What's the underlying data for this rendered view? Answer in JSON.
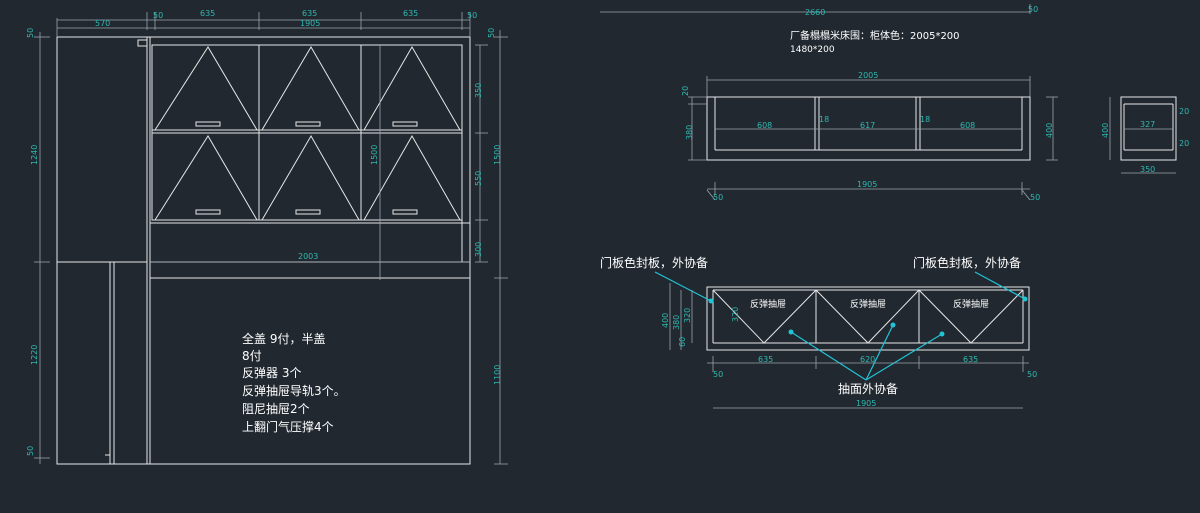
{
  "colors": {
    "background": "#212830",
    "line": "#e6e6e6",
    "dimension": "#2fb9b0",
    "leader": "#21c4d6",
    "note": "#ffffff"
  },
  "elevation": {
    "dims_top": {
      "left_col": "570",
      "gap": "50",
      "bay1": "635",
      "bay2": "635",
      "bay3": "635",
      "right": "50",
      "total": "1905"
    },
    "dims_left": {
      "top": "50",
      "upper": "1240",
      "lower": "1220",
      "bottom": "50"
    },
    "dims_right_inner": {
      "top": "350",
      "mid": "550",
      "bottom": "300",
      "tall": "1500"
    },
    "dims_right_outer": {
      "top": "50",
      "upper": "1500",
      "lower": "1100"
    },
    "mid_width": "2003",
    "notes": [
      "全盖   9付，半盖",
      "8付",
      "反弹器   3个",
      "反弹抽屉导轨3个。",
      "阻尼抽屉2个",
      "上翻门气压撑4个"
    ]
  },
  "top_view": {
    "top_dim": "2660",
    "top_dim_right": "50",
    "title": "厂备榻榻米床围：柜体色：2005*200",
    "title2": "1480*200",
    "width": "2005",
    "left_dims": [
      "20",
      "380"
    ],
    "compartments": [
      "608",
      "617",
      "608"
    ],
    "small_dims": [
      "18",
      "18"
    ],
    "right_height": "400",
    "bottom_width": "1905",
    "end_left": "50",
    "end_right": "50",
    "side": {
      "height": "400",
      "top": "20",
      "inner": "327",
      "bottom": "20",
      "width": "350"
    }
  },
  "drawer_view": {
    "label_left": "门板色封板，外协备",
    "label_right": "门板色封板，外协备",
    "drawer_labels": [
      "反弹抽屉",
      "反弹抽屉",
      "反弹抽屉"
    ],
    "left_dims": [
      "400",
      "380",
      "320",
      "60"
    ],
    "inner_dim": "320",
    "widths": [
      "635",
      "620",
      "635"
    ],
    "end_left": "50",
    "end_right": "50",
    "total": "1905",
    "bottom_label": "抽面外协备"
  }
}
